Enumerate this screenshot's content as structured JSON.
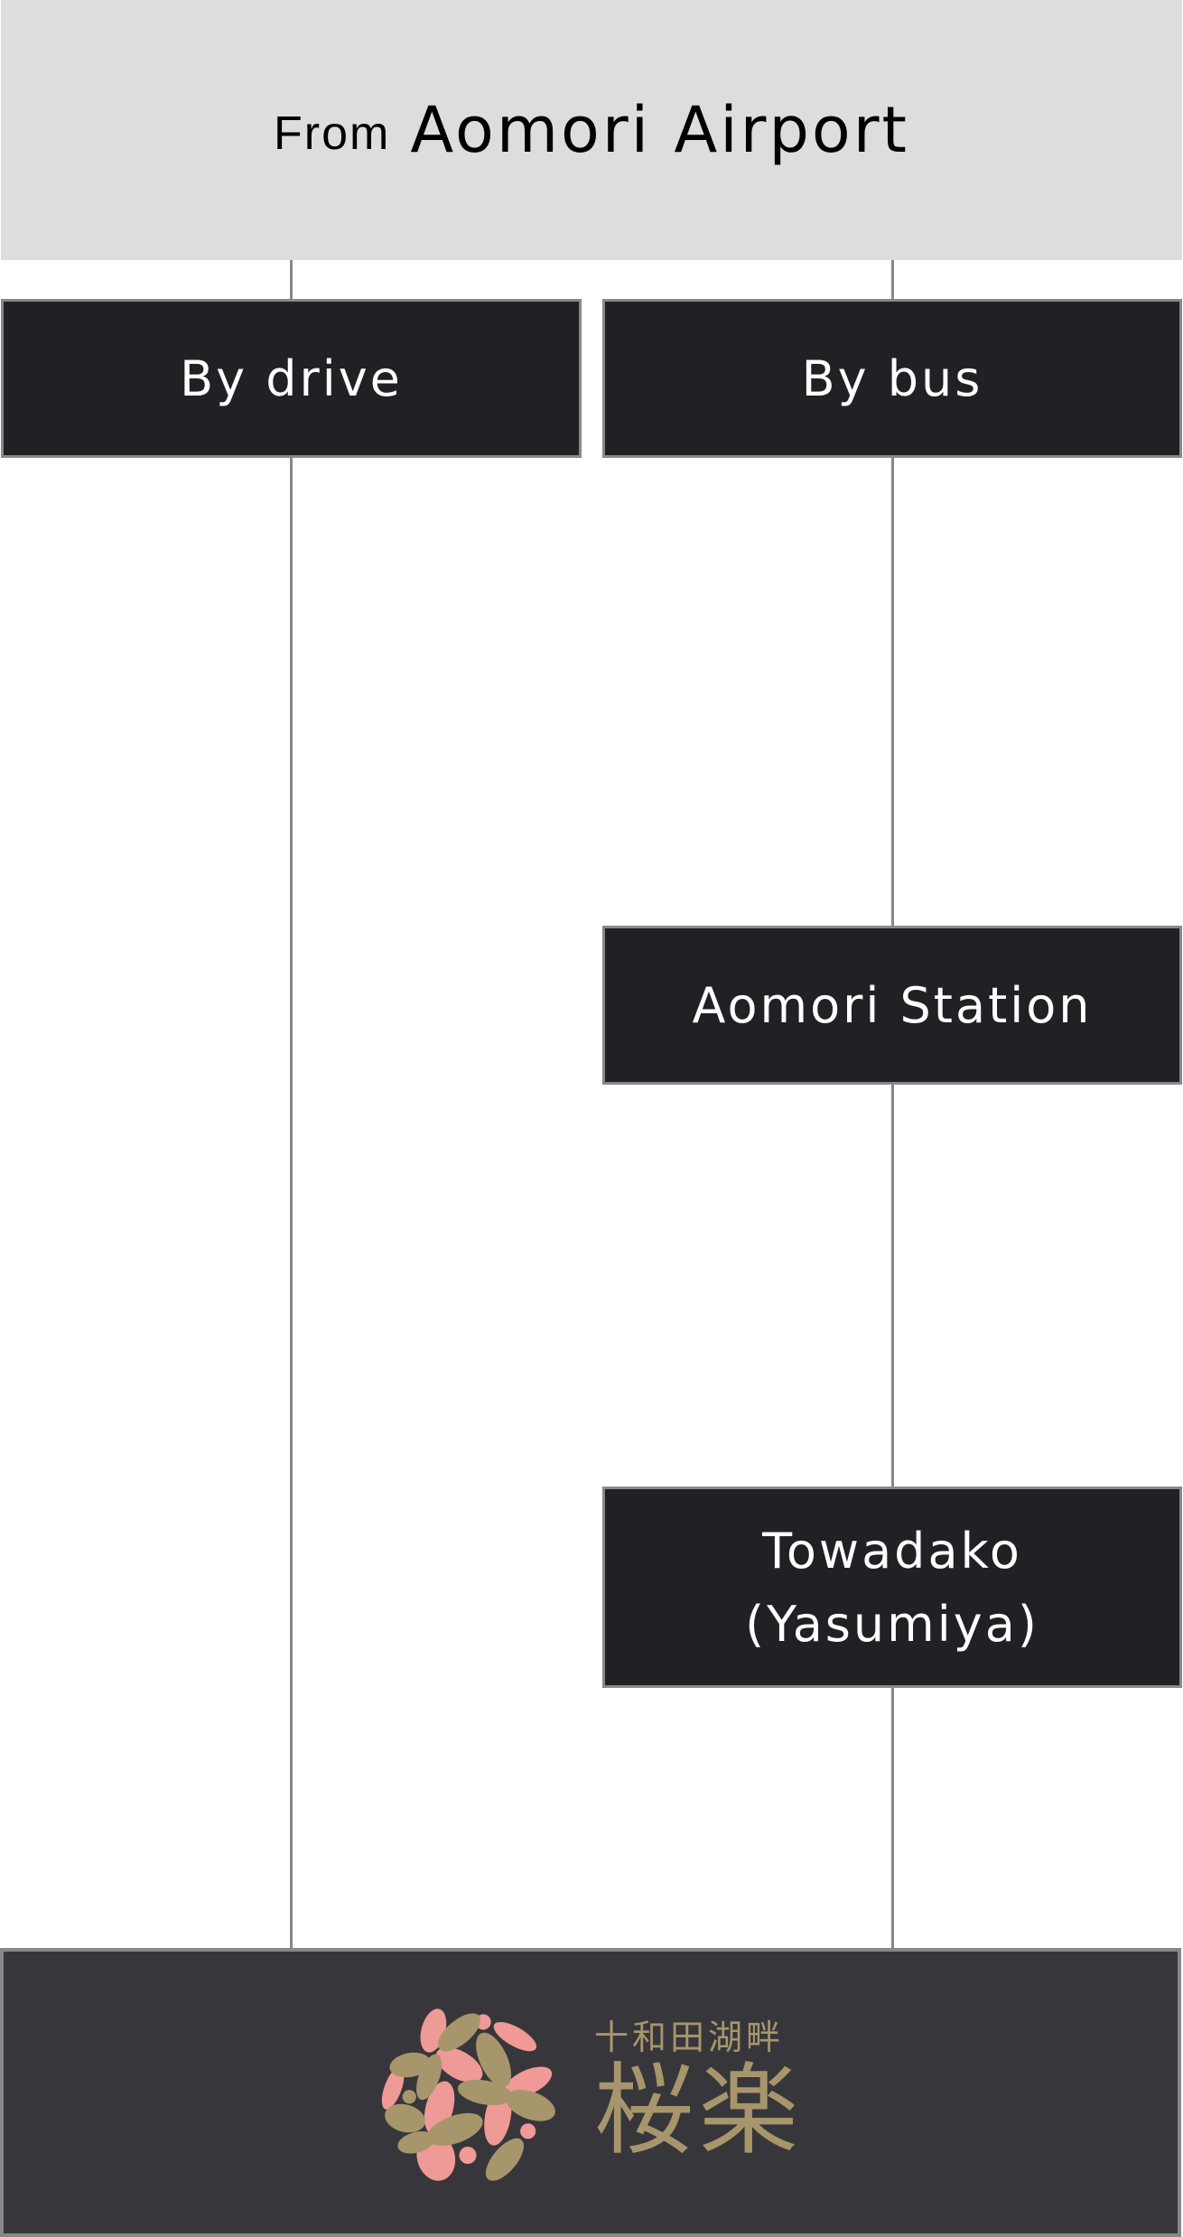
{
  "header": {
    "prefix": "From",
    "title": "Aomori Airport"
  },
  "routes": {
    "drive": {
      "label": "By drive"
    },
    "bus": {
      "label": "By bus",
      "stops": [
        {
          "label": "Aomori Station"
        },
        {
          "label_line1": "Towadako",
          "label_line2": "(Yasumiya)"
        }
      ]
    }
  },
  "destination": {
    "logo_subtitle": "十和田湖畔",
    "logo_name": "桜楽",
    "colors": {
      "petal_pink": "#ef9a96",
      "petal_gold": "#a7966b",
      "background": "#37363b"
    }
  },
  "colors": {
    "header_bg": "#dddddd",
    "box_bg": "#202025",
    "connector": "#888888"
  }
}
